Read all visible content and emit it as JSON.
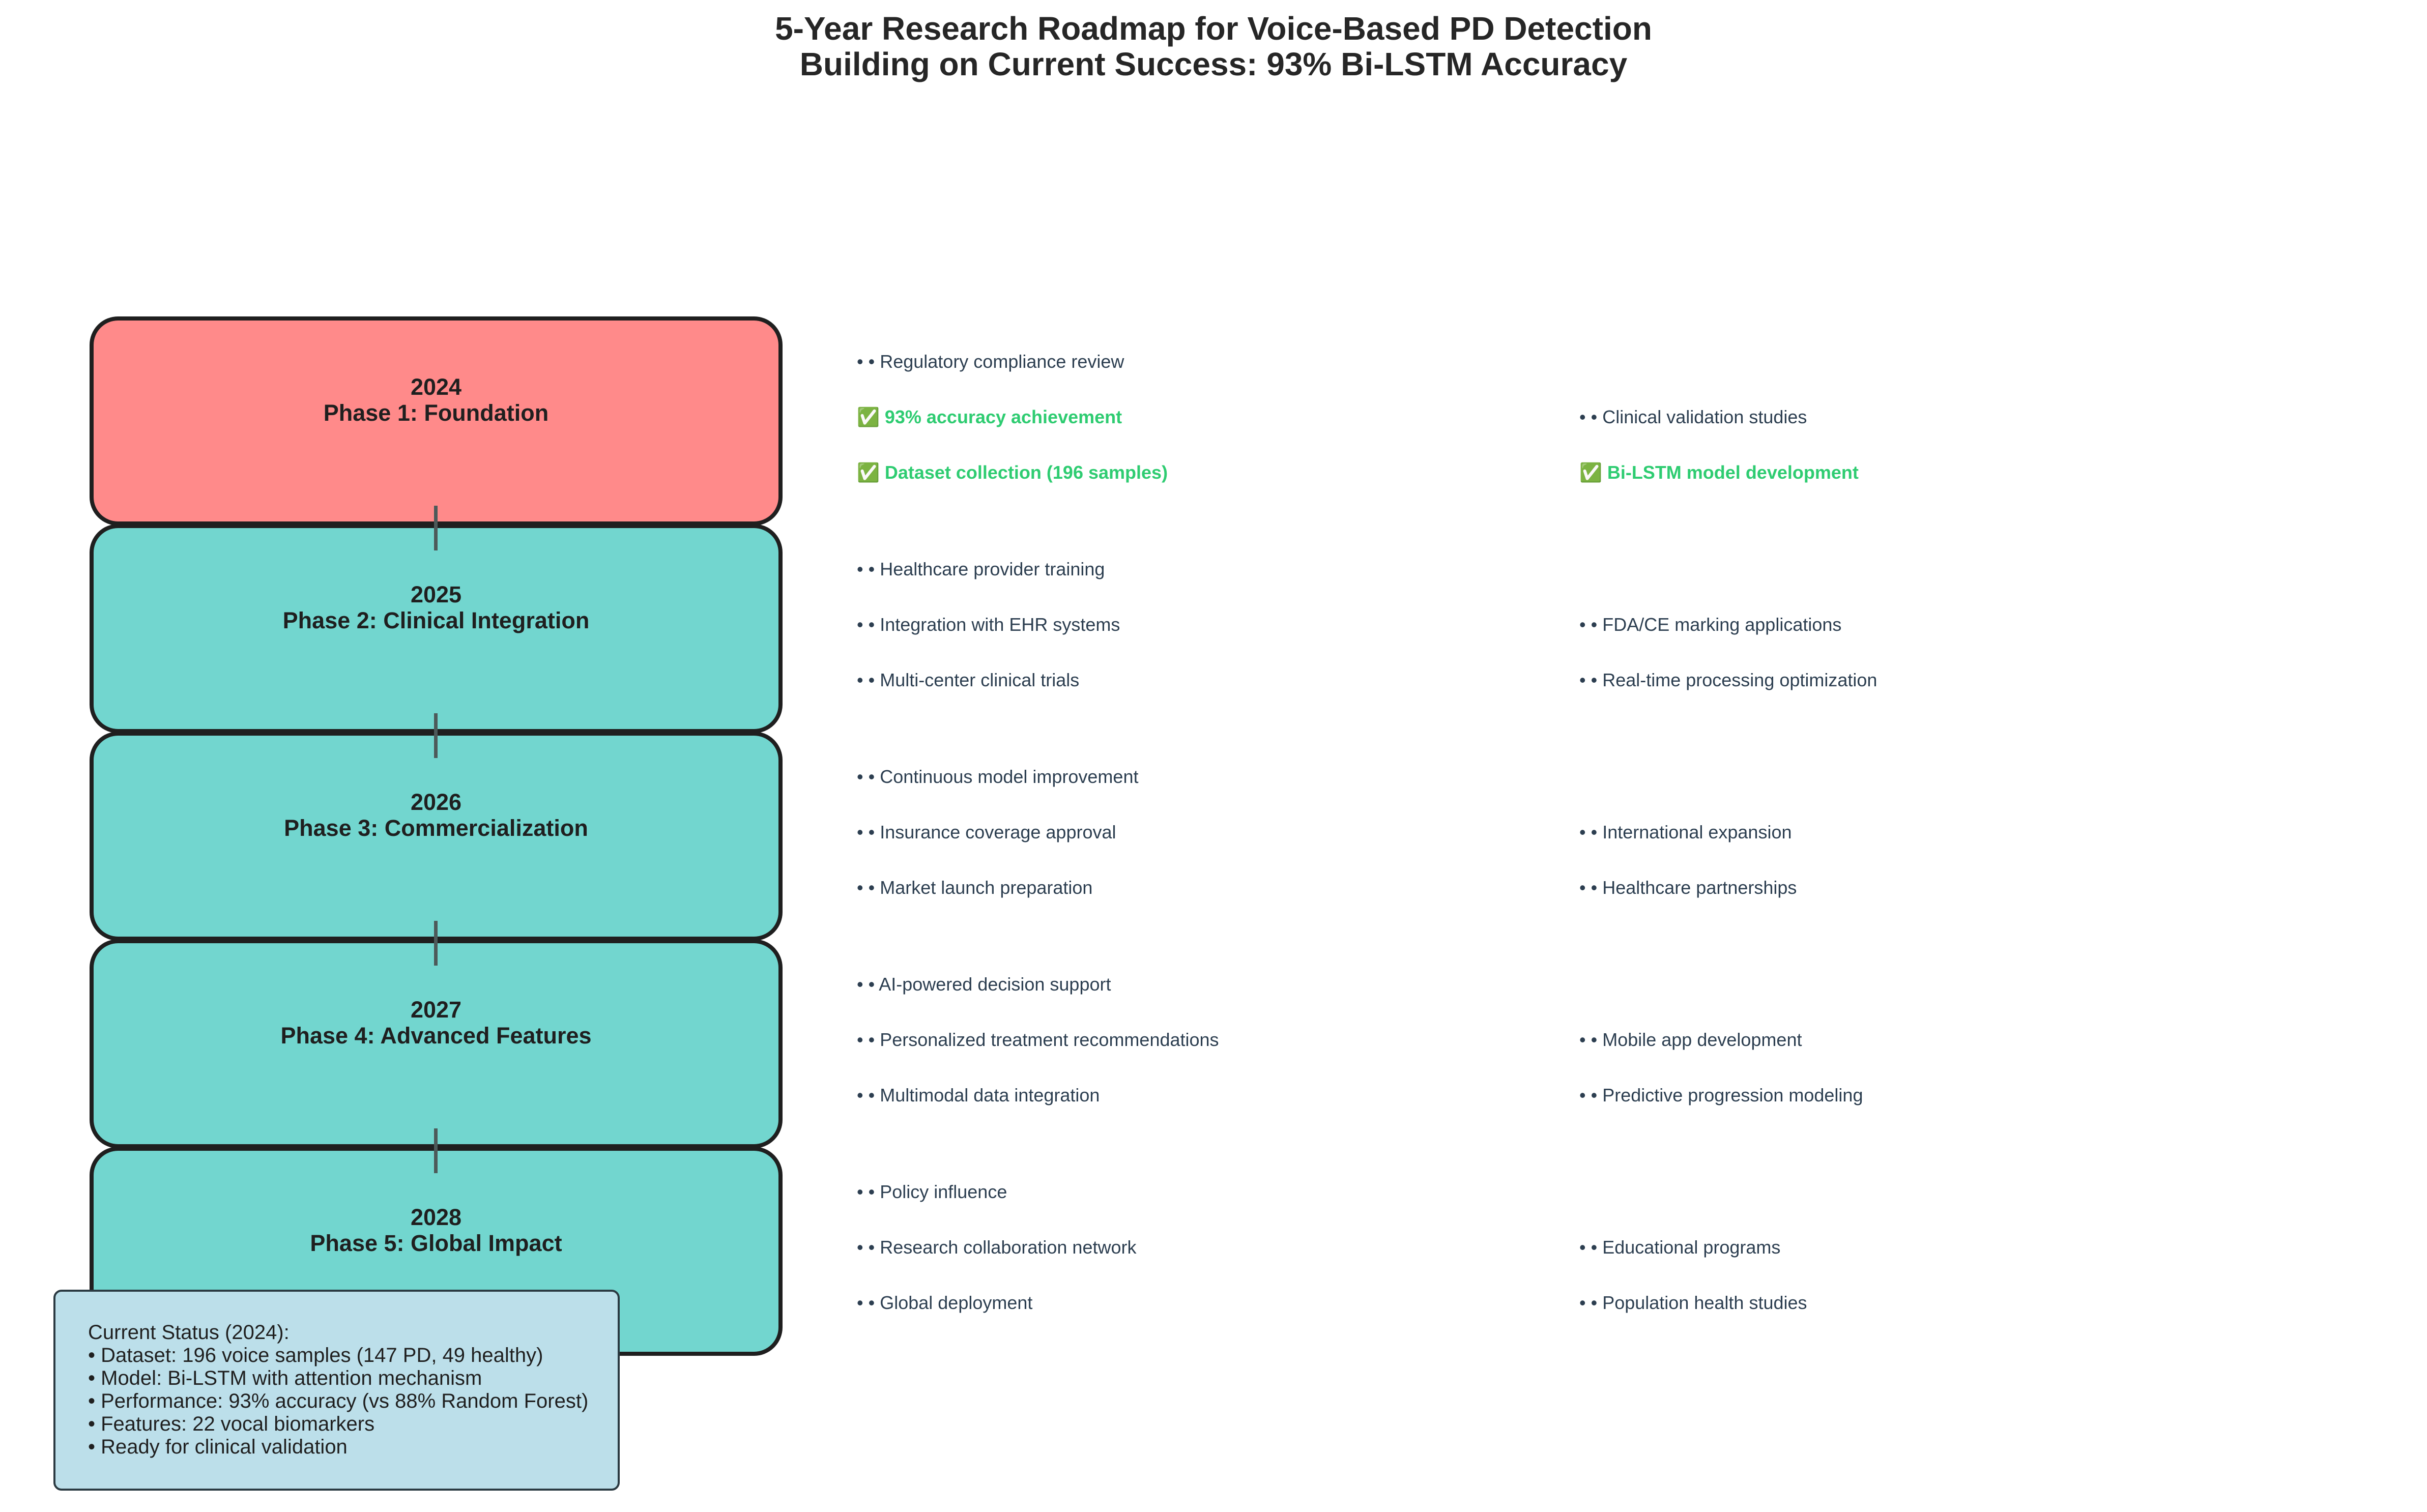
{
  "header": {
    "title_line1": "5-Year Research Roadmap for Voice-Based PD Detection",
    "title_line2": "Building on Current Success: 93% Bi-LSTM Accuracy"
  },
  "colors": {
    "current_phase": "#ff8a8a",
    "future_phase": "#72d6cf",
    "completed_item": "#2ecc71",
    "planned_item": "#2c3e50",
    "status_box": "#bcdfea"
  },
  "phases": [
    {
      "year": "2024",
      "name": "Phase 1: Foundation",
      "state": "current",
      "items": {
        "row1_left": "• • Regulatory compliance review",
        "row2_left": "✅ 93% accuracy achievement",
        "row2_right": "• • Clinical validation studies",
        "row3_left": "✅ Dataset collection (196 samples)",
        "row3_right": "✅ Bi-LSTM model development"
      }
    },
    {
      "year": "2025",
      "name": "Phase 2: Clinical Integration",
      "state": "future",
      "items": {
        "row1_left": "• • Healthcare provider training",
        "row2_left": "• • Integration with EHR systems",
        "row2_right": "• • FDA/CE marking applications",
        "row3_left": "• • Multi-center clinical trials",
        "row3_right": "• • Real-time processing optimization"
      }
    },
    {
      "year": "2026",
      "name": "Phase 3: Commercialization",
      "state": "future",
      "items": {
        "row1_left": "• • Continuous model improvement",
        "row2_left": "• • Insurance coverage approval",
        "row2_right": "• • International expansion",
        "row3_left": "• • Market launch preparation",
        "row3_right": "• • Healthcare partnerships"
      }
    },
    {
      "year": "2027",
      "name": "Phase 4: Advanced Features",
      "state": "future",
      "items": {
        "row1_left": "• • AI-powered decision support",
        "row2_left": "• • Personalized treatment recommendations",
        "row2_right": "• • Mobile app development",
        "row3_left": "• • Multimodal data integration",
        "row3_right": "• • Predictive progression modeling"
      }
    },
    {
      "year": "2028",
      "name": "Phase 5: Global Impact",
      "state": "future",
      "items": {
        "row1_left": "• • Policy influence",
        "row2_left": "• • Research collaboration network",
        "row2_right": "• • Educational programs",
        "row3_left": "• • Global deployment",
        "row3_right": "• • Population health studies"
      }
    }
  ],
  "status": {
    "heading": "Current Status (2024):",
    "lines": [
      "• Dataset: 196 voice samples (147 PD, 49 healthy)",
      "• Model: Bi-LSTM with attention mechanism",
      "• Performance: 93% accuracy (vs 88% Random Forest)",
      "• Features: 22 vocal biomarkers",
      "• Ready for clinical validation"
    ]
  }
}
